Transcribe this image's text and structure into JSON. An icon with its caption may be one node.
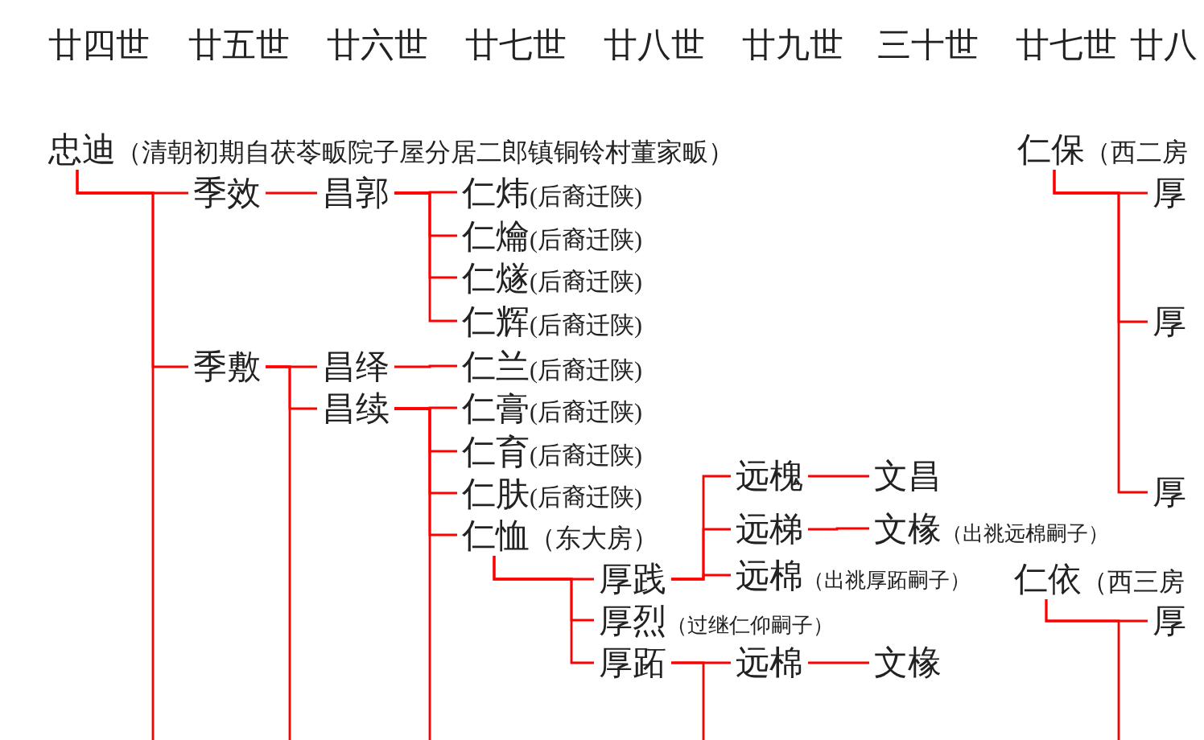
{
  "diagram": {
    "nodes": [
      {
        "text": [
          "忠迪",
          "（清朝初期自茯苓畈院子屋分居二郎镇铜铃村董家畈）"
        ]
      },
      {
        "text": [
          "季效"
        ]
      },
      {
        "text": [
          "昌郭"
        ]
      },
      {
        "text": [
          "仁炜",
          "(后裔迁陕)"
        ]
      },
      {
        "text": [
          "仁爚",
          "(后裔迁陕)"
        ]
      },
      {
        "text": [
          "仁燧",
          "(后裔迁陕)"
        ]
      },
      {
        "text": [
          "仁辉",
          "(后裔迁陕)"
        ]
      },
      {
        "text": [
          "季敷"
        ]
      },
      {
        "text": [
          "昌绎"
        ]
      },
      {
        "text": [
          "仁兰",
          "(后裔迁陕)"
        ]
      },
      {
        "text": [
          "昌续"
        ]
      },
      {
        "text": [
          "仁膏",
          "(后裔迁陕)"
        ]
      },
      {
        "text": [
          "仁育",
          "(后裔迁陕)"
        ]
      },
      {
        "text": [
          "仁肤",
          "(后裔迁陕)"
        ]
      },
      {
        "text": [
          "仁恤",
          "（东大房）"
        ]
      },
      {
        "text": [
          "厚践"
        ]
      },
      {
        "text": [
          "厚烈",
          "（过继仁仰嗣子）"
        ]
      },
      {
        "text": [
          "厚跖"
        ]
      },
      {
        "text": [
          "远槐"
        ]
      },
      {
        "text": [
          "文昌"
        ]
      },
      {
        "text": [
          "远梯"
        ]
      },
      {
        "text": [
          "文椽",
          "（出祧远棉嗣子）"
        ]
      },
      {
        "text": [
          "远棉",
          "（出祧厚跖嗣子）"
        ]
      },
      {
        "text": [
          "远棉"
        ]
      },
      {
        "text": [
          "文椽"
        ]
      },
      {
        "text": [
          "仁保",
          "（西二房"
        ]
      },
      {
        "text": [
          "厚"
        ]
      },
      {
        "text": [
          "厚"
        ]
      },
      {
        "text": [
          "厚"
        ]
      },
      {
        "text": [
          "仁依",
          "（西三房"
        ]
      },
      {
        "text": [
          "厚"
        ]
      }
    ],
    "edges": [
      {
        "from": 0,
        "to": 1,
        "arrow": "none"
      },
      {
        "from": 0,
        "to": 7,
        "arrow": "none"
      },
      {
        "from": 0,
        "to": null,
        "arrow": "none"
      },
      {
        "from": 1,
        "to": 2,
        "arrow": "none"
      },
      {
        "from": 2,
        "to": 3,
        "arrow": "none"
      },
      {
        "from": 2,
        "to": 4,
        "arrow": "none"
      },
      {
        "from": 2,
        "to": 5,
        "arrow": "none"
      },
      {
        "from": 2,
        "to": 6,
        "arrow": "none"
      },
      {
        "from": 7,
        "to": 8,
        "arrow": "none"
      },
      {
        "from": 7,
        "to": 10,
        "arrow": "none"
      },
      {
        "from": 7,
        "to": null,
        "arrow": "none"
      },
      {
        "from": 8,
        "to": 9,
        "arrow": "none"
      },
      {
        "from": 10,
        "to": 11,
        "arrow": "none"
      },
      {
        "from": 10,
        "to": 12,
        "arrow": "none"
      },
      {
        "from": 10,
        "to": 13,
        "arrow": "none"
      },
      {
        "from": 10,
        "to": 14,
        "arrow": "none"
      },
      {
        "from": 10,
        "to": null,
        "arrow": "none"
      },
      {
        "from": 14,
        "to": 15,
        "arrow": "none"
      },
      {
        "from": 14,
        "to": 16,
        "arrow": "none"
      },
      {
        "from": 14,
        "to": 17,
        "arrow": "none"
      },
      {
        "from": 15,
        "to": 18,
        "arrow": "none"
      },
      {
        "from": 15,
        "to": 20,
        "arrow": "none"
      },
      {
        "from": 15,
        "to": 22,
        "arrow": "none"
      },
      {
        "from": 18,
        "to": 19,
        "arrow": "none"
      },
      {
        "from": 20,
        "to": 21,
        "arrow": "none"
      },
      {
        "from": 17,
        "to": 23,
        "arrow": "none"
      },
      {
        "from": 17,
        "to": null,
        "arrow": "none"
      },
      {
        "from": 23,
        "to": 24,
        "arrow": "none"
      },
      {
        "from": 25,
        "to": 26,
        "arrow": "none"
      },
      {
        "from": 25,
        "to": 27,
        "arrow": "none"
      },
      {
        "from": 25,
        "to": 28,
        "arrow": "none"
      },
      {
        "from": 29,
        "to": 30,
        "arrow": "none"
      },
      {
        "from": 29,
        "to": null,
        "arrow": "none"
      }
    ],
    "labels": [
      "廿四世",
      "廿五世",
      "廿六世",
      "廿七世",
      "廿八世",
      "廿九世",
      "三十世",
      "廿七世",
      "廿八"
    ]
  }
}
